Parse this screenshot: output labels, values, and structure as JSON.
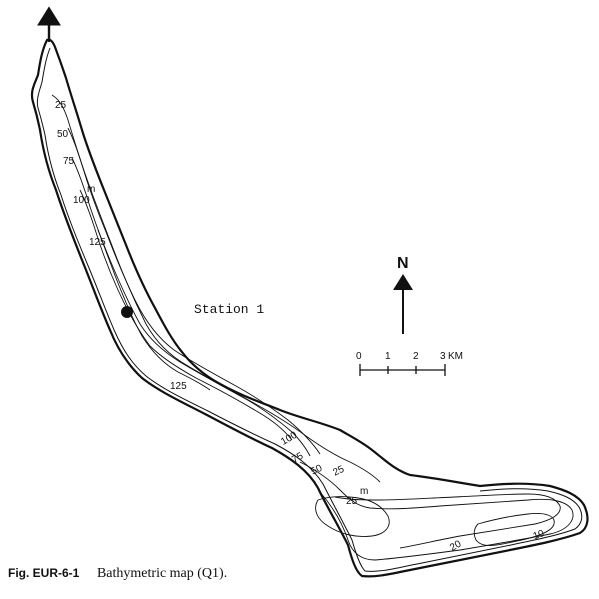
{
  "map": {
    "station_label": "Station 1",
    "north_label": "N",
    "depth_unit": "m",
    "scale": {
      "ticks": [
        "0",
        "1",
        "2",
        "3"
      ],
      "unit": "KM"
    },
    "contour_labels": {
      "c25_north": "25",
      "c50_north": "50",
      "c75_north": "75",
      "c100_north": "100",
      "c125_north": "125",
      "c125_south": "125",
      "c100_south": "100",
      "c75_south": "75",
      "c50_south": "50",
      "c25_south": "25",
      "c25_basin": "25",
      "c20": "20",
      "c10": "10"
    }
  },
  "caption": {
    "label": "Fig. EUR-6-1",
    "text": "Bathymetric map (Q1)."
  }
}
